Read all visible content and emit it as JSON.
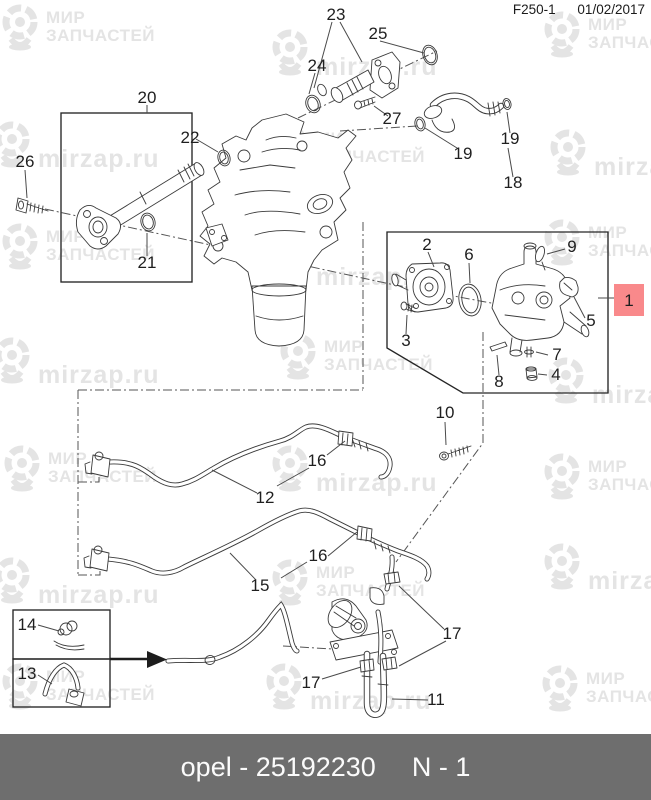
{
  "header": {
    "figure_code": "F250-1",
    "date": "01/02/2017"
  },
  "footer": {
    "catalog_label": "opel - 25192230",
    "sheet_label": "N - 1",
    "background": "#6e6e6e",
    "text_color": "#fbfbfb"
  },
  "watermark": {
    "brand_line1": "МИР",
    "brand_line2": "ЗАПЧАСТЕЙ",
    "site": "mirzap.ru",
    "color": "#e4e4e4"
  },
  "highlight_box": {
    "label": "1",
    "background": "#f9898b",
    "text_color": "#9c3434"
  },
  "callouts": [
    {
      "label": "23"
    },
    {
      "label": "25"
    },
    {
      "label": "24"
    },
    {
      "label": "27"
    },
    {
      "label": "19"
    },
    {
      "label": "19"
    },
    {
      "label": "18"
    },
    {
      "label": "20"
    },
    {
      "label": "22"
    },
    {
      "label": "26"
    },
    {
      "label": "21"
    },
    {
      "label": "2"
    },
    {
      "label": "6"
    },
    {
      "label": "9"
    },
    {
      "label": "3"
    },
    {
      "label": "5"
    },
    {
      "label": "7"
    },
    {
      "label": "4"
    },
    {
      "label": "8"
    },
    {
      "label": "10"
    },
    {
      "label": "16"
    },
    {
      "label": "12"
    },
    {
      "label": "16"
    },
    {
      "label": "15"
    },
    {
      "label": "17"
    },
    {
      "label": "14"
    },
    {
      "label": "13"
    },
    {
      "label": "17"
    },
    {
      "label": "11"
    }
  ]
}
